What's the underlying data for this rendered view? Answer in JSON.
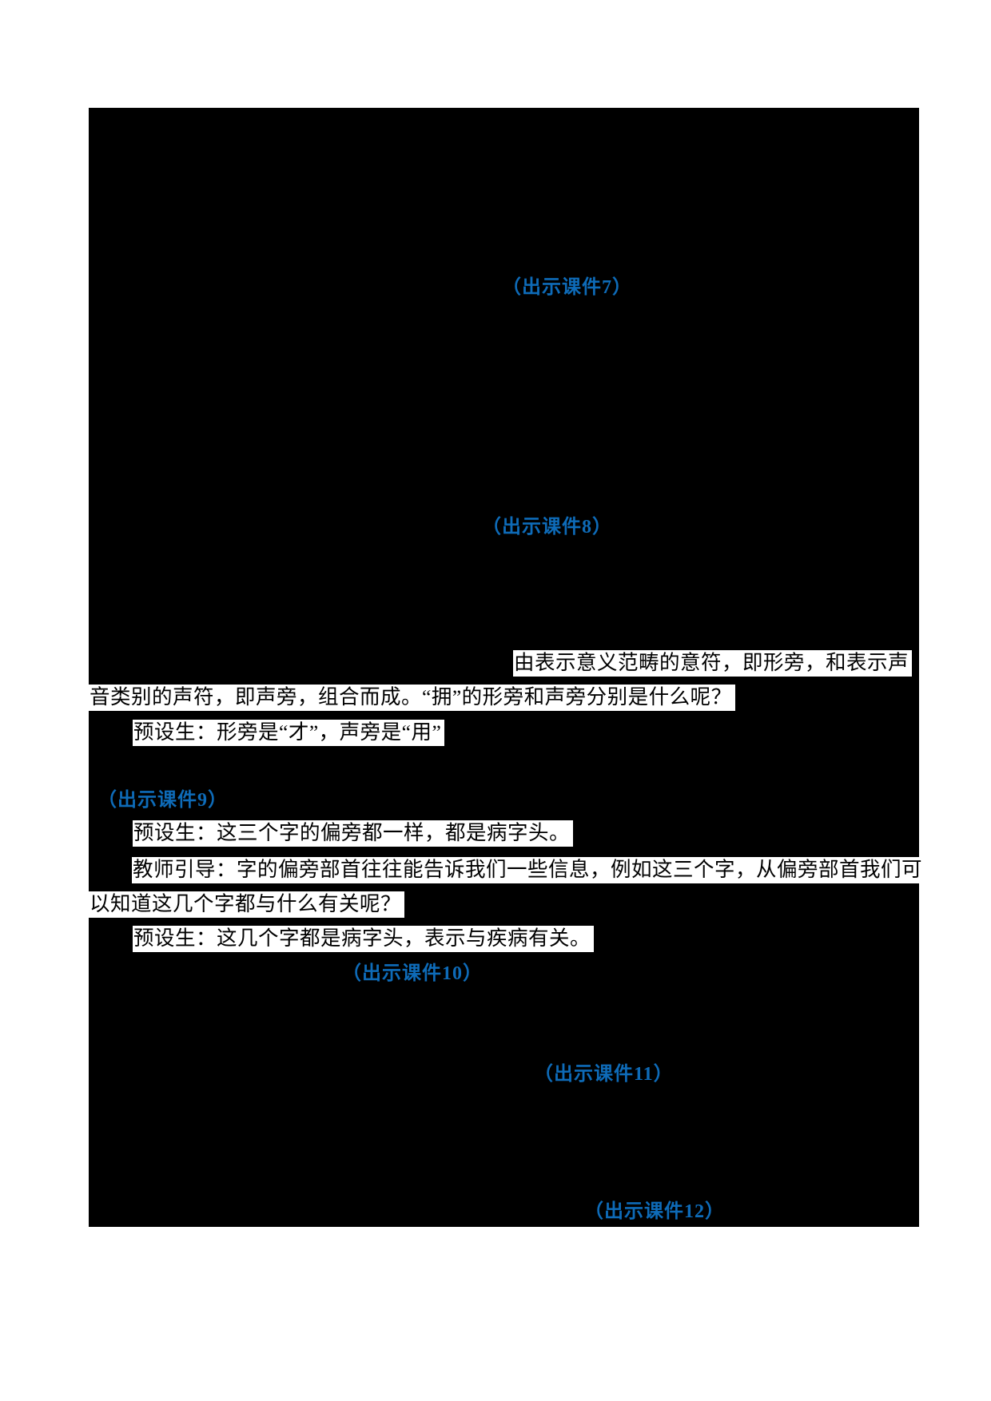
{
  "document": {
    "kind": "lesson-plan page, body text redacted to black; only highlighted runs and blue courseware cues visible"
  },
  "colors": {
    "courseware_blue": "#0e6bb8",
    "panel_bg": "#000000",
    "highlight_bg": "#ffffff",
    "body_text": "#000000"
  },
  "content": {
    "cue7": "（出示课件7）",
    "cue8": "（出示课件8）",
    "cue9": "（出示课件9）",
    "cue10": "（出示课件10）",
    "cue11": "（出示课件11）",
    "cue12": "（出示课件12）",
    "hl1": "由表示意义范畴的意符，即形旁，和表示声",
    "hl2": "音类别的声符，即声旁，组合而成。“拥”的形旁和声旁分别是什么呢？",
    "hl3": "预设生：形旁是“才”，声旁是“用”",
    "hl4": "预设生：这三个字的偏旁都一样，都是病字头。",
    "hl5": "教师引导：字的偏旁部首往往能告诉我们一些信息，例如这三个字，从偏旁部首我们可",
    "hl6": "以知道这几个字都与什么有关呢？",
    "hl7": "预设生：这几个字都是病字头，表示与疾病有关。"
  }
}
